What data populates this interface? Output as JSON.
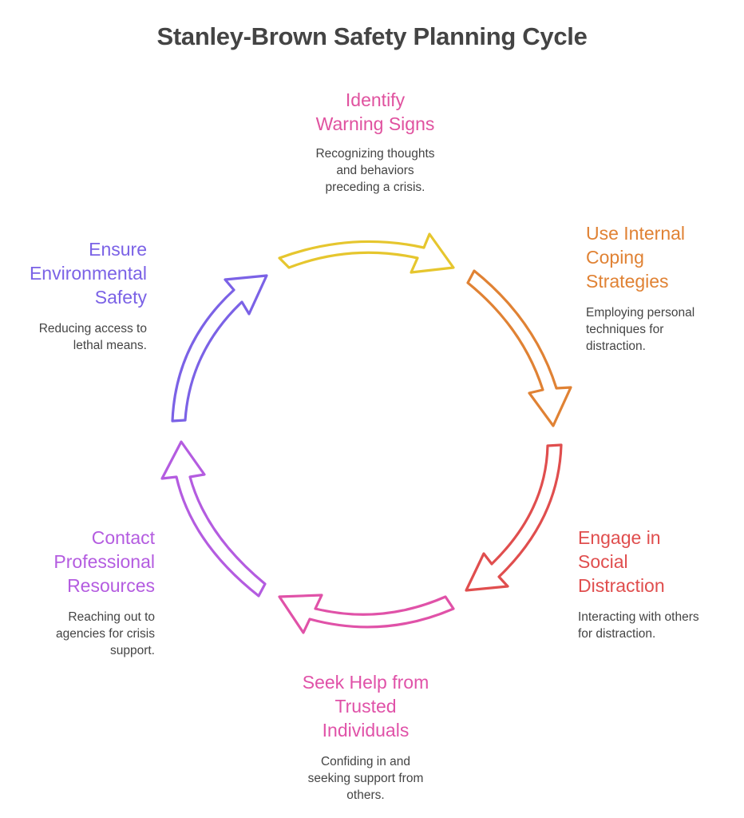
{
  "title": "Stanley-Brown Safety Planning Cycle",
  "steps": [
    {
      "id": "identify-warning-signs",
      "title_lines": [
        "Identify",
        "Warning Signs"
      ],
      "desc_lines": [
        "Recognizing thoughts",
        "and behaviors",
        "preceding a crisis."
      ],
      "color": "#E0529F"
    },
    {
      "id": "internal-coping",
      "title_lines": [
        "Use Internal",
        "Coping",
        "Strategies"
      ],
      "desc_lines": [
        "Employing personal",
        "techniques for",
        "distraction."
      ],
      "color": "#E08234"
    },
    {
      "id": "social-distraction",
      "title_lines": [
        "Engage in",
        "Social",
        "Distraction"
      ],
      "desc_lines": [
        "Interacting with others",
        "for distraction."
      ],
      "color": "#E04E4E"
    },
    {
      "id": "trusted-individuals",
      "title_lines": [
        "Seek Help from",
        "Trusted",
        "Individuals"
      ],
      "desc_lines": [
        "Confiding in and",
        "seeking support from",
        "others."
      ],
      "color": "#E052A8"
    },
    {
      "id": "professional-resources",
      "title_lines": [
        "Contact",
        "Professional",
        "Resources"
      ],
      "desc_lines": [
        "Reaching out to",
        "agencies for crisis",
        "support."
      ],
      "color": "#B45CE0"
    },
    {
      "id": "environmental-safety",
      "title_lines": [
        "Ensure",
        "Environmental",
        "Safety"
      ],
      "desc_lines": [
        "Reducing access to",
        "lethal means."
      ],
      "color": "#7B62E6"
    }
  ],
  "arrows": [
    {
      "name": "arrow-yellow",
      "color": "#E6C62E"
    },
    {
      "name": "arrow-orange",
      "color": "#E08234"
    },
    {
      "name": "arrow-red",
      "color": "#E04E4E"
    },
    {
      "name": "arrow-pink",
      "color": "#E052A8"
    },
    {
      "name": "arrow-purple",
      "color": "#B45CE0"
    },
    {
      "name": "arrow-violet",
      "color": "#7B62E6"
    }
  ]
}
